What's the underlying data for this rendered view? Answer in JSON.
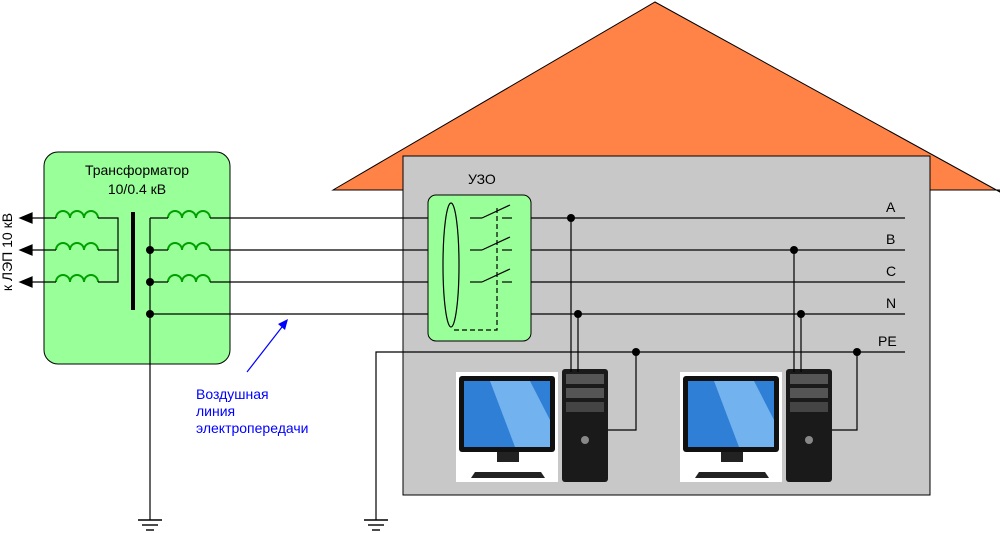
{
  "transformer": {
    "title": "Трансформатор",
    "rating": "10/0.4 кВ",
    "hv_line_label": "к ЛЭП 10 кВ"
  },
  "rcd": {
    "label": "УЗО"
  },
  "buses": {
    "a": "A",
    "b": "B",
    "c": "C",
    "n": "N",
    "pe": "PE"
  },
  "overhead_line": {
    "line1": "Воздушная",
    "line2": "линия",
    "line3": "электропередачи"
  },
  "colors": {
    "roof": "#ff8347",
    "house_wall": "#c8c8c8",
    "transformer_box": "#99ff99",
    "rcd_box": "#99ff99",
    "overhead_label": "#0000ff",
    "wire": "#000000"
  },
  "icons": {
    "computer_1": "desktop-computer-icon",
    "computer_2": "desktop-computer-icon",
    "ground_1": "ground-symbol-icon",
    "ground_2": "ground-symbol-icon"
  }
}
